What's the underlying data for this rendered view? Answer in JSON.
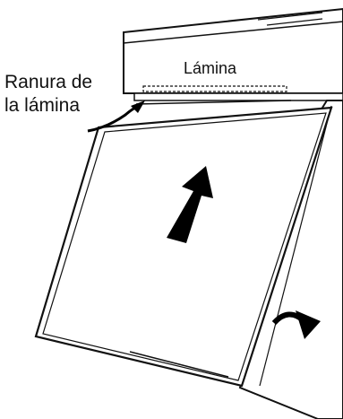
{
  "labels": {
    "slot_line1": "Ranura de",
    "slot_line2": "la lámina",
    "sheet": "Lámina"
  },
  "colors": {
    "line": "#111111",
    "fill": "#ffffff",
    "arrow": "#000000"
  }
}
